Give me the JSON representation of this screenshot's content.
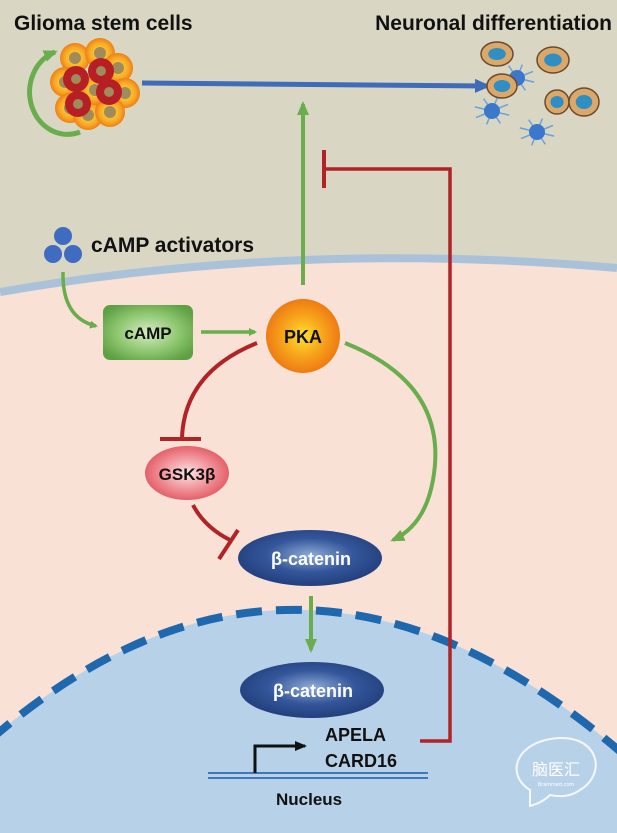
{
  "title_left": "Glioma stem cells",
  "title_right": "Neuronal differentiation",
  "activators_label": "cAMP activators",
  "nodes": {
    "camp": "cAMP",
    "pka": "PKA",
    "gsk3b": "GSK3β",
    "bcatenin_cyto": "β-catenin",
    "bcatenin_nuc": "β-catenin"
  },
  "genes": [
    "APELA",
    "CARD16"
  ],
  "nucleus_label": "Nucleus",
  "watermark": {
    "chinese": "脑医汇",
    "latin": "Brainmed.com"
  },
  "colors": {
    "extracellular": "#d9d7c4",
    "cytoplasm": "#f9e1d6",
    "nucleus": "#b7d1e8",
    "membrane": "#a9c2d9",
    "nuclear_envelope": "#1f68ad",
    "activate_arrow": "#6aad4c",
    "inhibit_line": "#b02327",
    "differentiation_arrow": "#3f6cb8"
  },
  "edges": [
    {
      "from": "cAMP activators",
      "to": "cAMP",
      "type": "activation"
    },
    {
      "from": "cAMP",
      "to": "PKA",
      "type": "activation"
    },
    {
      "from": "PKA",
      "to": "Neuronal differentiation",
      "type": "activation"
    },
    {
      "from": "PKA",
      "to": "GSK3β",
      "type": "inhibition"
    },
    {
      "from": "PKA",
      "to": "β-catenin",
      "type": "activation"
    },
    {
      "from": "GSK3β",
      "to": "β-catenin",
      "type": "inhibition"
    },
    {
      "from": "β-catenin (cytoplasm)",
      "to": "β-catenin (nucleus)",
      "type": "translocation"
    },
    {
      "from": "APELA / CARD16",
      "to": "Neuronal differentiation",
      "type": "inhibition"
    },
    {
      "from": "Glioma stem cells",
      "to": "Neuronal differentiation",
      "type": "differentiation"
    },
    {
      "from": "Glioma stem cells",
      "to": "Glioma stem cells",
      "type": "self-renewal"
    }
  ]
}
